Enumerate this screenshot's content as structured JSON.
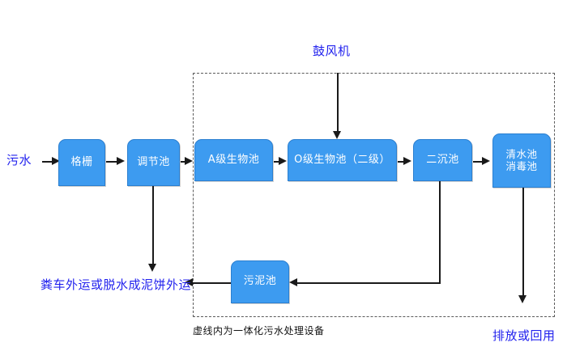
{
  "diagram": {
    "title_note": "",
    "colors": {
      "node_fill": "#3d9bf0",
      "node_border": "#2b7fd0",
      "node_text": "#ffffff",
      "annotation_text": "#2222ee",
      "connector": "#1a1a1a",
      "dashed_border": "#5a5a5a",
      "background": "#ffffff"
    },
    "nodes": [
      {
        "id": "grille",
        "label": "格栅"
      },
      {
        "id": "regulating",
        "label": "调节池"
      },
      {
        "id": "a-bio",
        "label": "A级生物池"
      },
      {
        "id": "o-bio",
        "label": "O级生物池（二级）"
      },
      {
        "id": "secondary",
        "label": "二沉池"
      },
      {
        "id": "clearwater",
        "label": "清水池\n消毒池"
      },
      {
        "id": "sludge",
        "label": "污泥池"
      }
    ],
    "annotations": {
      "inflow": "污水",
      "blower": "鼓风机",
      "sludge_outlet": "粪车外运或脱水成泥饼外运",
      "effluent": "排放或回用",
      "dashed_caption": "虚线内为一体化污水处理设备"
    }
  }
}
